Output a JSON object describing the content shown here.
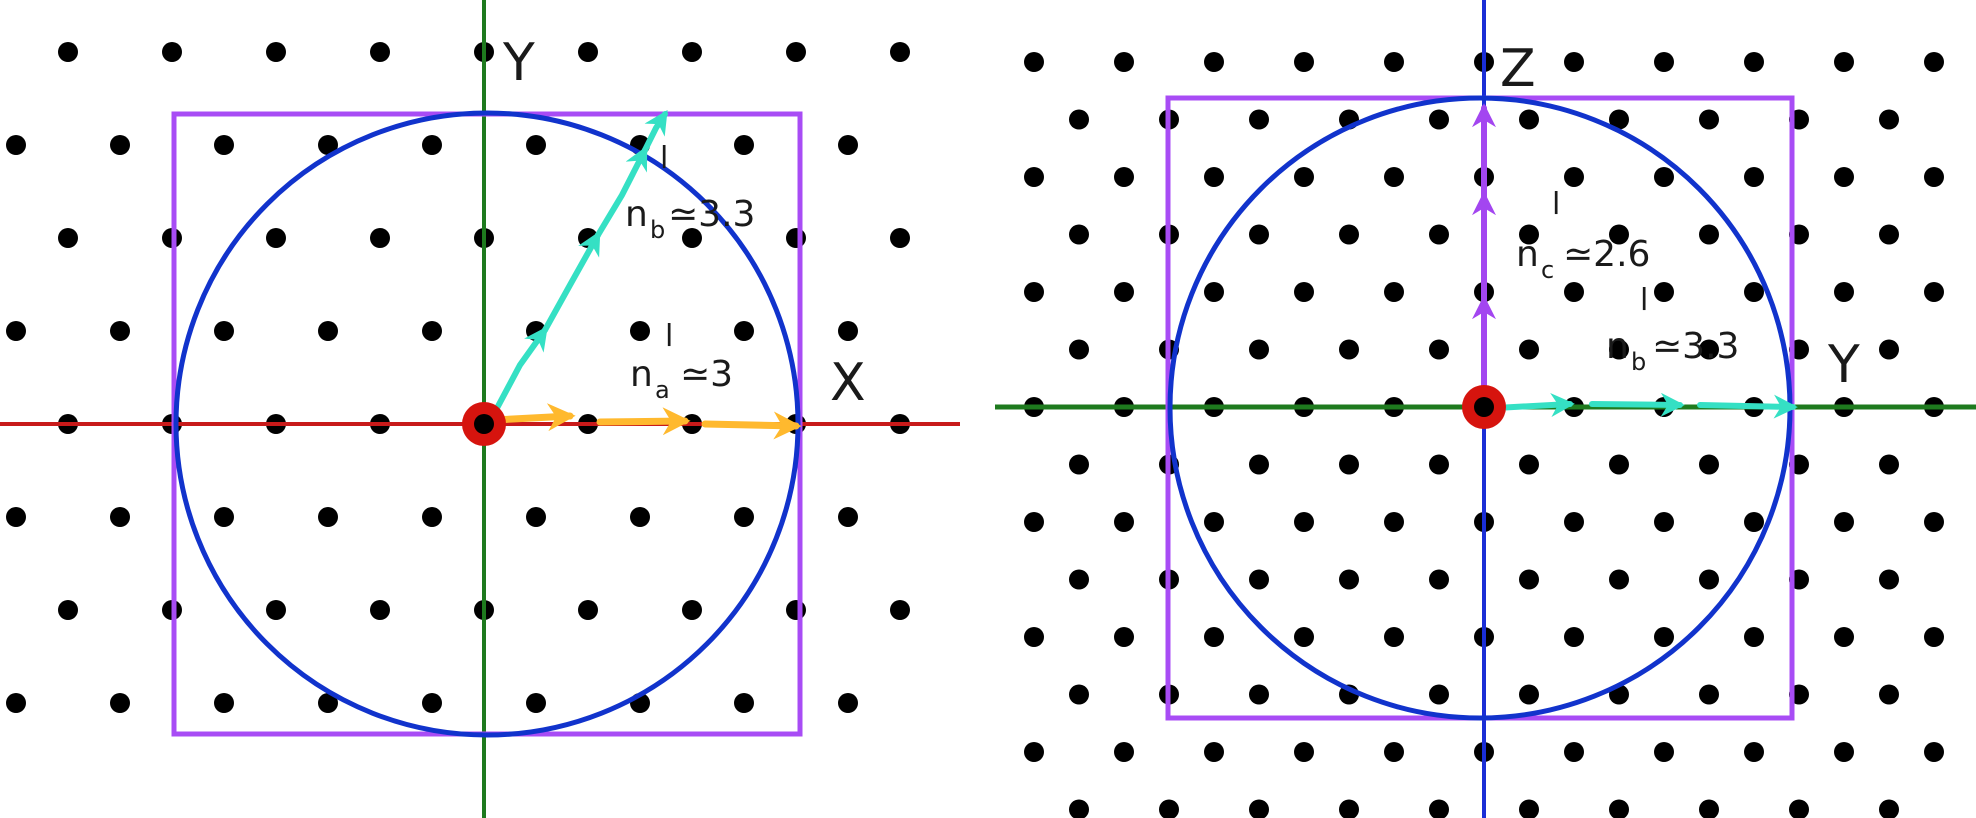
{
  "colors": {
    "lattice_dot": "#000000",
    "origin": "#d6140e",
    "box": "#a84cf5",
    "circle": "#1133cc",
    "axis_x_red": "#c81a1a",
    "axis_green": "#1e7a1e",
    "axis_z_blue": "#1a2ed6",
    "arrow_a": "#ffb92e",
    "arrow_b": "#35e0c4",
    "arrow_c": "#a346f0"
  },
  "left_panel": {
    "axis_h_label": "X",
    "axis_v_label": "Y",
    "n_a": {
      "base": "n",
      "sub": "a",
      "sup": "l",
      "value": "≃3"
    },
    "n_b": {
      "base": "n",
      "sub": "b",
      "sup": "l",
      "value": "≃3.3"
    }
  },
  "right_panel": {
    "axis_h_label": "Y",
    "axis_v_label": "Z",
    "n_c": {
      "base": "n",
      "sub": "c",
      "sup": "l",
      "value": "≃2.6"
    },
    "n_b": {
      "base": "n",
      "sub": "b",
      "sup": "l",
      "value": "≃3.3"
    }
  }
}
